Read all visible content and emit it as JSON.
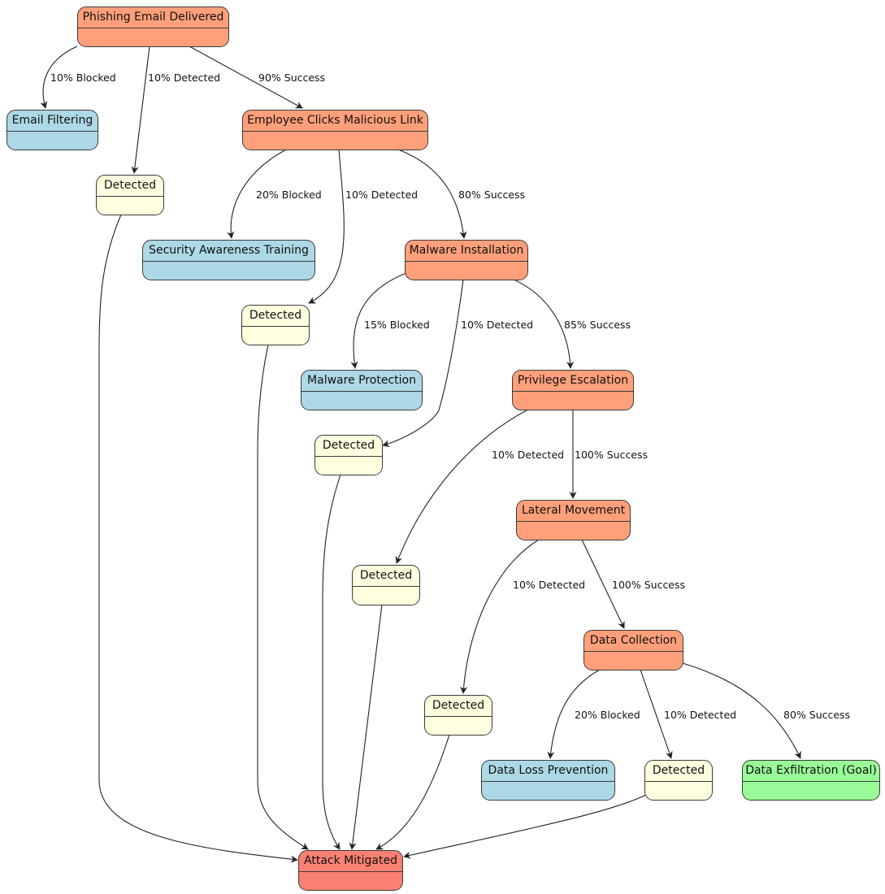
{
  "colors": {
    "attack": "#ffa07a",
    "defense": "#add8e6",
    "detected": "#ffffe0",
    "goal": "#98fb98",
    "mitigated": "#fa8072",
    "edge": "#222222"
  },
  "nodes": [
    {
      "id": "phishing",
      "label": "Phishing Email Delivered",
      "type": "attack"
    },
    {
      "id": "email_filtering",
      "label": "Email Filtering",
      "type": "defense"
    },
    {
      "id": "detected_1",
      "label": "Detected",
      "type": "detected"
    },
    {
      "id": "clicks",
      "label": "Employee Clicks Malicious Link",
      "type": "attack"
    },
    {
      "id": "awareness",
      "label": "Security Awareness Training",
      "type": "defense"
    },
    {
      "id": "detected_2",
      "label": "Detected",
      "type": "detected"
    },
    {
      "id": "malware",
      "label": "Malware Installation",
      "type": "attack"
    },
    {
      "id": "malware_protection",
      "label": "Malware Protection",
      "type": "defense"
    },
    {
      "id": "detected_3",
      "label": "Detected",
      "type": "detected"
    },
    {
      "id": "privilege",
      "label": "Privilege Escalation",
      "type": "attack"
    },
    {
      "id": "detected_4",
      "label": "Detected",
      "type": "detected"
    },
    {
      "id": "lateral",
      "label": "Lateral Movement",
      "type": "attack"
    },
    {
      "id": "detected_5",
      "label": "Detected",
      "type": "detected"
    },
    {
      "id": "collection",
      "label": "Data Collection",
      "type": "attack"
    },
    {
      "id": "dlp",
      "label": "Data Loss Prevention",
      "type": "defense"
    },
    {
      "id": "detected_6",
      "label": "Detected",
      "type": "detected"
    },
    {
      "id": "exfiltration",
      "label": "Data Exfiltration (Goal)",
      "type": "goal"
    },
    {
      "id": "mitigated",
      "label": "Attack Mitigated",
      "type": "mitigated"
    }
  ],
  "edges": [
    {
      "from": "phishing",
      "to": "email_filtering",
      "label": "10% Blocked"
    },
    {
      "from": "phishing",
      "to": "detected_1",
      "label": "10% Detected"
    },
    {
      "from": "phishing",
      "to": "clicks",
      "label": "90% Success"
    },
    {
      "from": "clicks",
      "to": "awareness",
      "label": "20% Blocked"
    },
    {
      "from": "clicks",
      "to": "detected_2",
      "label": "10% Detected"
    },
    {
      "from": "clicks",
      "to": "malware",
      "label": "80% Success"
    },
    {
      "from": "malware",
      "to": "malware_protection",
      "label": "15% Blocked"
    },
    {
      "from": "malware",
      "to": "detected_3",
      "label": "10% Detected"
    },
    {
      "from": "malware",
      "to": "privilege",
      "label": "85% Success"
    },
    {
      "from": "privilege",
      "to": "detected_4",
      "label": "10% Detected"
    },
    {
      "from": "privilege",
      "to": "lateral",
      "label": "100% Success"
    },
    {
      "from": "lateral",
      "to": "detected_5",
      "label": "10% Detected"
    },
    {
      "from": "lateral",
      "to": "collection",
      "label": "100% Success"
    },
    {
      "from": "collection",
      "to": "dlp",
      "label": "20% Blocked"
    },
    {
      "from": "collection",
      "to": "detected_6",
      "label": "10% Detected"
    },
    {
      "from": "collection",
      "to": "exfiltration",
      "label": "80% Success"
    },
    {
      "from": "detected_1",
      "to": "mitigated",
      "label": ""
    },
    {
      "from": "detected_2",
      "to": "mitigated",
      "label": ""
    },
    {
      "from": "detected_3",
      "to": "mitigated",
      "label": ""
    },
    {
      "from": "detected_4",
      "to": "mitigated",
      "label": ""
    },
    {
      "from": "detected_5",
      "to": "mitigated",
      "label": ""
    },
    {
      "from": "detected_6",
      "to": "mitigated",
      "label": ""
    }
  ]
}
